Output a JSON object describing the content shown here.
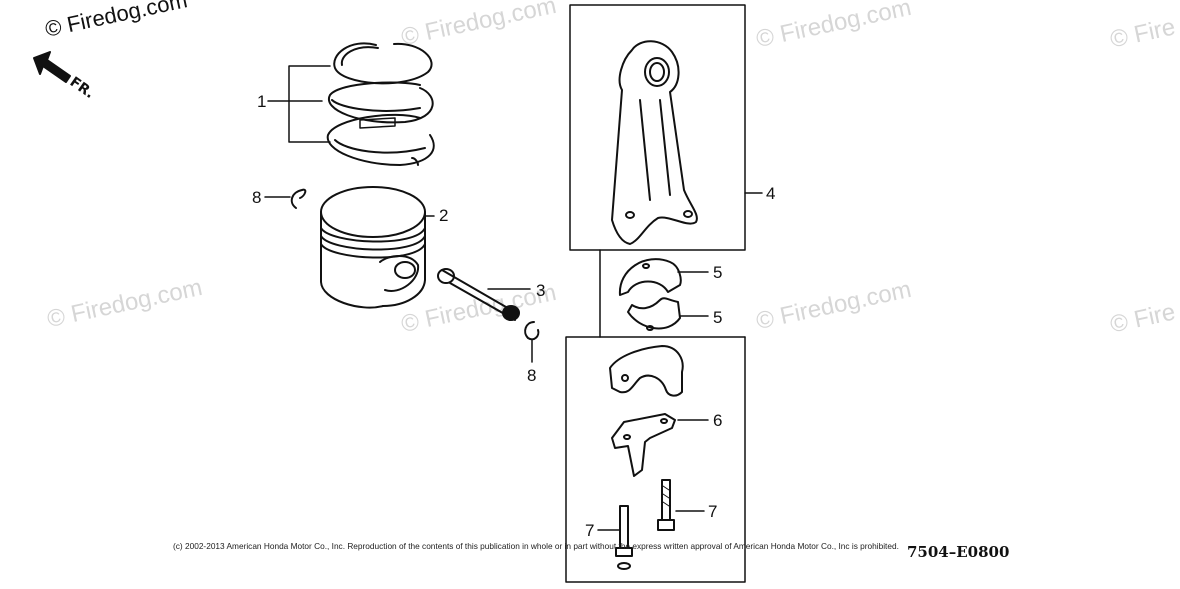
{
  "watermarks": [
    "© Firedog.com",
    "© Firedog.com",
    "© Firedog.com",
    "© Fire",
    "© Firedog.com",
    "© Firedog.com",
    "© Firedog.com",
    "© Fire"
  ],
  "orientation_label": "FR.",
  "callouts": {
    "c1": "1",
    "c2": "2",
    "c3": "3",
    "c4": "4",
    "c5a": "5",
    "c5b": "5",
    "c6": "6",
    "c7a": "7",
    "c7b": "7",
    "c8a": "8",
    "c8b": "8"
  },
  "parts": [
    {
      "ref": "1",
      "icon": "piston-rings-icon"
    },
    {
      "ref": "2",
      "icon": "piston-icon"
    },
    {
      "ref": "3",
      "icon": "piston-pin-icon"
    },
    {
      "ref": "4",
      "icon": "connecting-rod-icon"
    },
    {
      "ref": "5",
      "icon": "bearing-shell-icon"
    },
    {
      "ref": "6",
      "icon": "oil-dipper-icon"
    },
    {
      "ref": "7",
      "icon": "rod-bolt-icon"
    },
    {
      "ref": "8",
      "icon": "pin-clip-icon"
    }
  ],
  "copyright": "(c) 2002-2013 American Honda Motor Co., Inc. Reproduction of the contents of this publication in whole or in part without the express written approval of American Honda Motor Co., Inc is prohibited.",
  "diagram_code": "7504–E0800",
  "colors": {
    "line": "#111111",
    "watermark": "#d6d6d6",
    "background": "#ffffff"
  }
}
